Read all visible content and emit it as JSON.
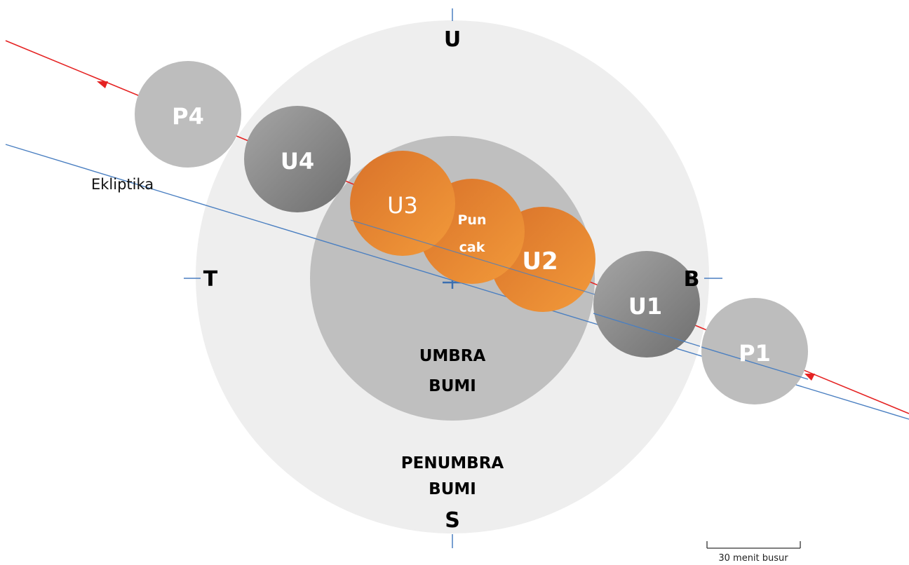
{
  "compass": {
    "north": "U",
    "south": "S",
    "east": "T",
    "west": "B"
  },
  "regions": {
    "penumbra_line1": "PENUMBRA",
    "penumbra_line2": "BUMI",
    "umbra_line1": "UMBRA",
    "umbra_line2": "BUMI"
  },
  "ecliptic_label": "Ekliptika",
  "moon_positions": {
    "p1": "P1",
    "u1": "U1",
    "u2": "U2",
    "peak_line1": "Pun",
    "peak_line2": "cak",
    "u3": "U3",
    "u4": "U4",
    "p4": "P4"
  },
  "scale_label": "30 menit busur",
  "colors": {
    "penumbra": "#eeeeee",
    "umbra": "#bfbfbf",
    "moon_penumbral": "#bdbdbd",
    "moon_dark": "#8a8a8a",
    "moon_orange": "#e8832a",
    "moon_path": "#e52222",
    "ecliptic": "#4a7fc1",
    "axis_ticks": "#4a7fc1"
  }
}
